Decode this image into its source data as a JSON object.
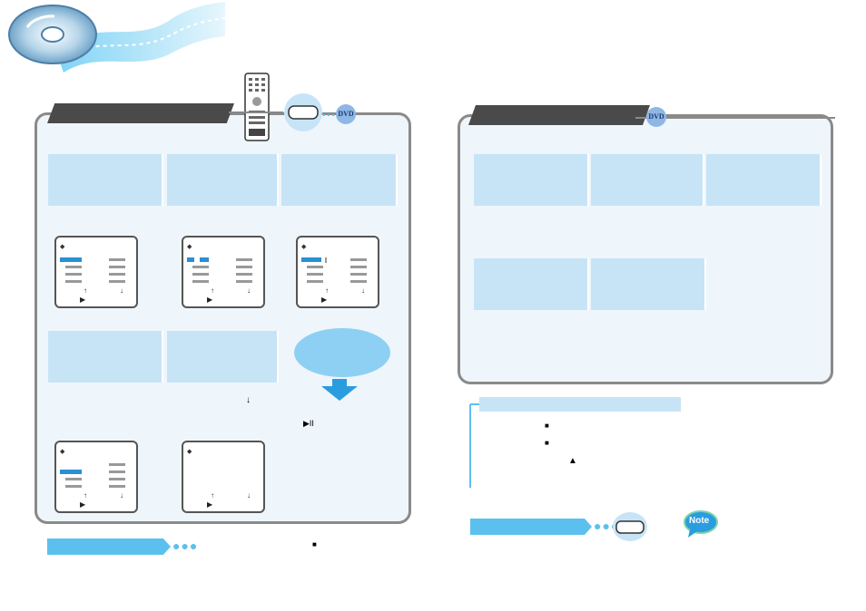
{
  "header": {
    "disc_icon": "dvd-disc-film-icon"
  },
  "left_section": {
    "tab_label": "",
    "badge": "DVD",
    "remote_icon": "remote-control-icon",
    "button_icon": "remote-button-icon",
    "notes": {
      "arrow_down": "↓",
      "play_pause": "▶II"
    },
    "bottom_bar_label": "",
    "bottom_stop_symbol": "■"
  },
  "right_section": {
    "tab_label": "",
    "badge": "DVD",
    "note_box_title": "",
    "stop_symbol_1": "■",
    "stop_symbol_2": "■",
    "eject_symbol": "▲",
    "bottom_bar_label": "",
    "note_badge": "Note"
  },
  "colors": {
    "accent": "#5cc0ee",
    "panel": "#eef6fb",
    "step": "#c7e4f7",
    "highlight": "#2a8fd6"
  }
}
